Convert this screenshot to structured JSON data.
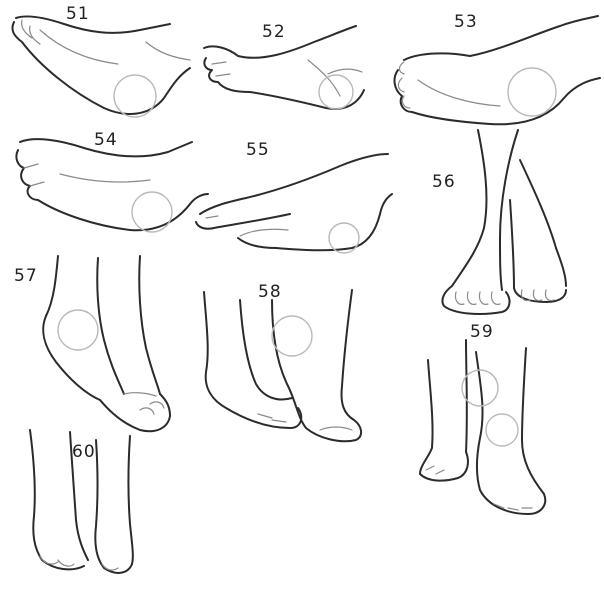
{
  "labels": {
    "n51": "51",
    "n52": "52",
    "n53": "53",
    "n54": "54",
    "n55": "55",
    "n56": "56",
    "n57": "57",
    "n58": "58",
    "n59": "59",
    "n60": "60"
  }
}
